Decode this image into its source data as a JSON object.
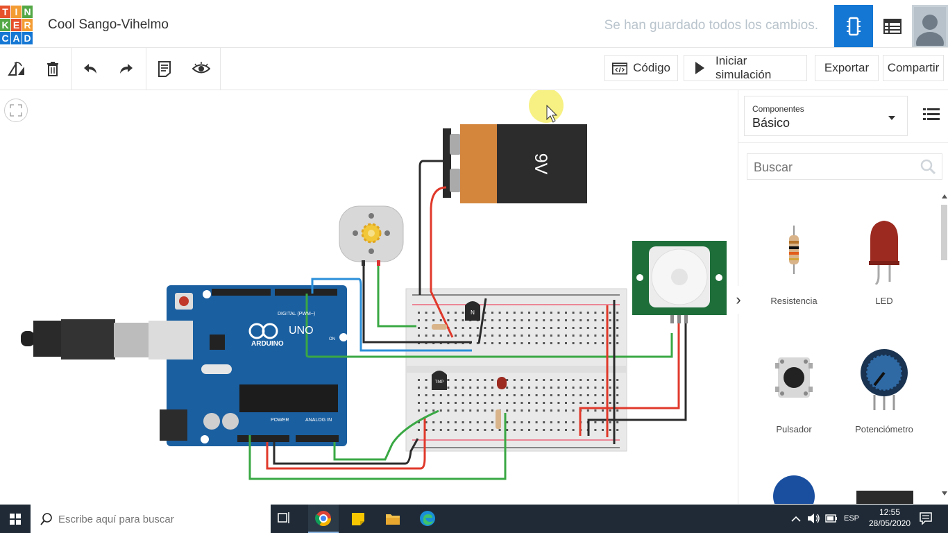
{
  "app": {
    "logo_letters": [
      "T",
      "I",
      "N",
      "K",
      "E",
      "R",
      "C",
      "A",
      "D"
    ],
    "title": "Cool Sango-Vihelmo",
    "save_status": "Se han guardado todos los cambios."
  },
  "colors": {
    "accent": "#1477d4",
    "logo_palette": [
      "#e6522c",
      "#f39c34",
      "#53a845",
      "#1477d4"
    ],
    "arduino": "#1a5fa0",
    "battery_orange": "#d4863d",
    "battery_black": "#2c2c2c",
    "wire_red": "#e0392b",
    "wire_green": "#3aa844",
    "wire_blue": "#2b8fd9",
    "wire_black": "#2b2b2b",
    "taskbar": "#1f2a36"
  },
  "toolbar": {
    "code_label": "Código",
    "simulate_label": "Iniciar simulación",
    "export_label": "Exportar",
    "share_label": "Compartir"
  },
  "canvas": {
    "battery_label": "9V",
    "arduino_brand": "ARDUINO",
    "arduino_model": "UNO",
    "arduino_digital": "DIGITAL (PWM~)",
    "arduino_power": "POWER",
    "arduino_analog": "ANALOG IN",
    "arduino_on": "ON",
    "transistor_label": "N",
    "tmp_label": "TMP"
  },
  "panel": {
    "components_caption": "Componentes",
    "components_value": "Básico",
    "search_placeholder": "Buscar",
    "items": [
      {
        "label": "Resistencia"
      },
      {
        "label": "LED"
      },
      {
        "label": "Pulsador"
      },
      {
        "label": "Potenciómetro"
      }
    ]
  },
  "taskbar": {
    "search_placeholder": "Escribe aquí para buscar",
    "language": "ESP",
    "time": "12:55",
    "date": "28/05/2020"
  }
}
